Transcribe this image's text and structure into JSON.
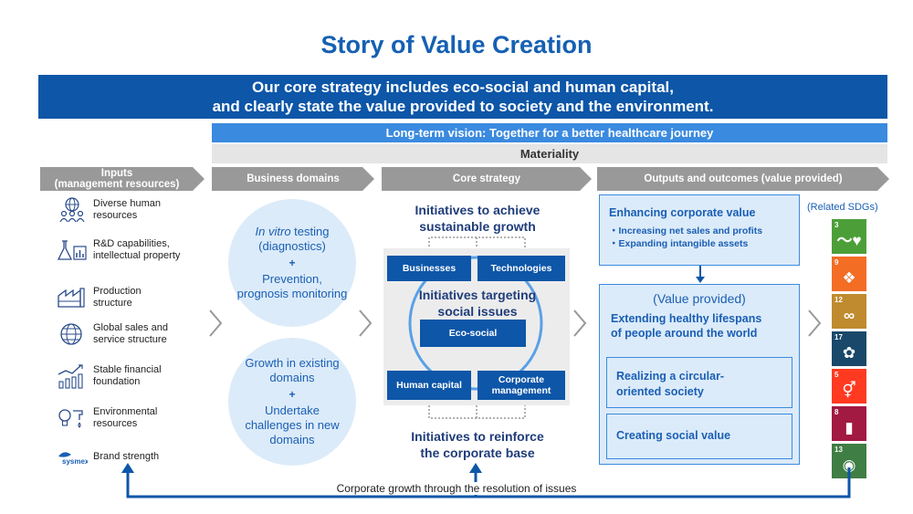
{
  "title": "Story of Value Creation",
  "banner": {
    "line1": "Our core strategy includes eco-social and human capital,",
    "line2": "and clearly state the value provided to society and the environment."
  },
  "vision": "Long-term vision: Together for a better healthcare journey",
  "materiality": "Materiality",
  "headers": {
    "inputs_line1": "Inputs",
    "inputs_line2": "(management resources)",
    "domains": "Business domains",
    "core": "Core strategy",
    "outputs": "Outputs and outcomes (value provided)"
  },
  "inputs": [
    {
      "label_1": "Diverse human",
      "label_2": "resources",
      "icon": "people-globe-icon"
    },
    {
      "label_1": "R&D capabilities,",
      "label_2": "intellectual property",
      "icon": "flask-chart-icon"
    },
    {
      "label_1": "Production",
      "label_2": "structure",
      "icon": "factory-icon"
    },
    {
      "label_1": "Global sales and",
      "label_2": "service structure",
      "icon": "globe-icon"
    },
    {
      "label_1": "Stable financial",
      "label_2": "foundation",
      "icon": "growth-chart-icon"
    },
    {
      "label_1": "Environmental",
      "label_2": "resources",
      "icon": "bulb-water-icon"
    },
    {
      "label_1": "Brand strength",
      "label_2": "",
      "icon": "sysmex-logo-icon"
    }
  ],
  "domains": {
    "c1_italic": "In vitro",
    "c1_line1_rest": " testing",
    "c1_line2": "(diagnostics)",
    "plus": "+",
    "c1_line3": "Prevention,",
    "c1_line4": "prognosis monitoring",
    "c2_line1": "Growth in existing",
    "c2_line2": "domains",
    "c2_line3": "Undertake",
    "c2_line4": "challenges in new",
    "c2_line5": "domains"
  },
  "core": {
    "top_line1": "Initiatives to achieve",
    "top_line2": "sustainable growth",
    "businesses": "Businesses",
    "technologies": "Technologies",
    "middle_line1": "Initiatives targeting",
    "middle_line2": "social issues",
    "eco_social": "Eco-social",
    "human_capital": "Human capital",
    "corp_mgmt_line1": "Corporate",
    "corp_mgmt_line2": "management",
    "bottom_line1": "Initiatives to reinforce",
    "bottom_line2": "the corporate base"
  },
  "outputs": {
    "enhancing_title": "Enhancing corporate value",
    "bullet1": "・Increasing net sales and profits",
    "bullet2": "・Expanding intangible assets",
    "value_provided": "(Value provided)",
    "lifespans_line1": "Extending healthy lifespans",
    "lifespans_line2": "of people around the world",
    "circular_line1": "Realizing a circular-",
    "circular_line2": "oriented society",
    "social_value": "Creating social value"
  },
  "sdgs": {
    "title": "(Related SDGs)",
    "tiles": [
      {
        "num": "3",
        "color": "#4c9f38",
        "glyph": "〜♥"
      },
      {
        "num": "9",
        "color": "#f36d25",
        "glyph": "❖"
      },
      {
        "num": "12",
        "color": "#bf8b2e",
        "glyph": "∞"
      },
      {
        "num": "17",
        "color": "#19486a",
        "glyph": "✿"
      },
      {
        "num": "5",
        "color": "#ff3a21",
        "glyph": "⚥"
      },
      {
        "num": "8",
        "color": "#a21942",
        "glyph": "▮"
      },
      {
        "num": "13",
        "color": "#3f7e44",
        "glyph": "◉"
      }
    ]
  },
  "bottom_text": "Corporate growth through the resolution of issues",
  "colors": {
    "title": "#1560b3",
    "banner": "#0d56a8",
    "vision": "#3a8ae0",
    "materiality": "#e5e5e5",
    "header_chevron": "#999999",
    "circle_fill": "#dcebf9"
  }
}
